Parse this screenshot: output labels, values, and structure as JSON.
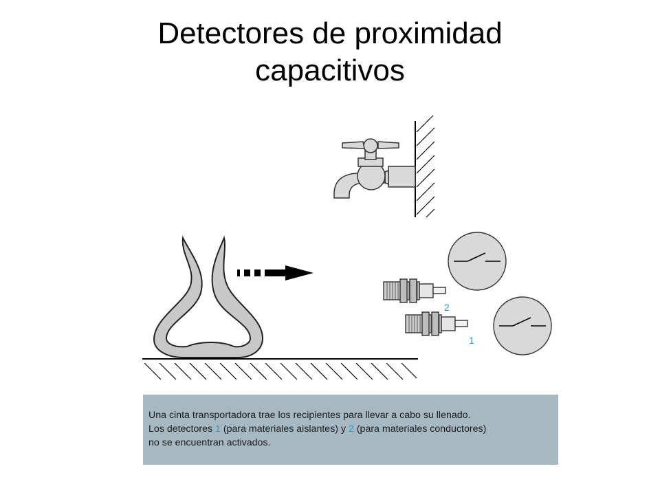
{
  "slide": {
    "title_line1": "Detectores de proximidad",
    "title_line2": "capacitivos"
  },
  "figure": {
    "detector_2_label": "2",
    "detector_1_label": "1"
  },
  "caption": {
    "line1": "Una cinta transportadora trae los recipientes para llevar a cabo su llenado.",
    "line2_a": "Los detectores ",
    "ref_1": "1",
    "line2_b": " (para materiales aislantes) y ",
    "ref_2": "2",
    "line2_c": " (para materiales conductores)",
    "line3": "no se encuentran activados."
  },
  "colors": {
    "caption_background": "#a6b8c2",
    "reference_number": "#2a9ad8",
    "container_fill": "#c8c8c8",
    "metal_gray": "#d9d9d9"
  }
}
